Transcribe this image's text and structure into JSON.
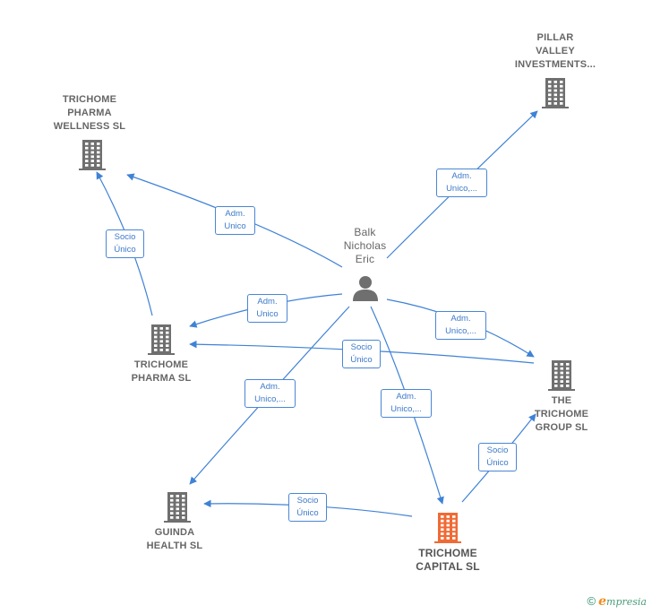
{
  "nodes": {
    "pillar_valley": {
      "label": "PILLAR\nVALLEY\nINVESTMENTS...",
      "type": "company"
    },
    "trichome_pharma_wellness": {
      "label": "TRICHOME\nPHARMA\nWELLNESS  SL",
      "type": "company"
    },
    "balk": {
      "label": "Balk\nNicholas\nEric",
      "type": "person"
    },
    "trichome_pharma": {
      "label": "TRICHOME\nPHARMA  SL",
      "type": "company"
    },
    "the_trichome_group": {
      "label": "THE\nTRICHOME\nGROUP  SL",
      "type": "company"
    },
    "guinda_health": {
      "label": "GUINDA\nHEALTH  SL",
      "type": "company"
    },
    "trichome_capital": {
      "label": "TRICHOME\nCAPITAL  SL",
      "type": "focus"
    }
  },
  "edges": [
    {
      "label": "Adm.\nUnico,..."
    },
    {
      "label": "Adm.\nUnico"
    },
    {
      "label": "Socio\nÚnico"
    },
    {
      "label": "Adm.\nUnico"
    },
    {
      "label": "Adm.\nUnico,..."
    },
    {
      "label": "Socio\nÚnico"
    },
    {
      "label": "Adm.\nUnico,..."
    },
    {
      "label": "Adm.\nUnico,..."
    },
    {
      "label": "Socio\nÚnico"
    },
    {
      "label": "Socio\nÚnico"
    }
  ],
  "colors": {
    "edge": "#3f82d6",
    "company": "#6f6f6f",
    "focus": "#f06a35",
    "label_text": "#3d7ac9"
  },
  "footer": {
    "copyright": "©",
    "brand_e": "e",
    "brand_rest": "mpresia"
  }
}
